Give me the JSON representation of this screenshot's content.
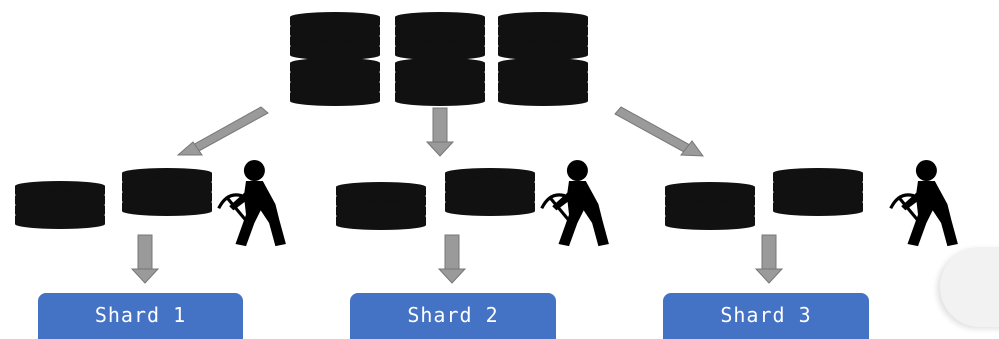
{
  "diagram": {
    "source_stack_icon": "database-icon",
    "worker_icon": "miner-icon",
    "arrow_icon": "arrow-icon",
    "colors": {
      "disk_fill": "#111111",
      "arrow_fill": "#9a9a9a",
      "shard_fill": "#4472c4",
      "shard_text": "#ffffff"
    },
    "shards": [
      {
        "label": "Shard 1"
      },
      {
        "label": "Shard 2"
      },
      {
        "label": "Shard 3"
      }
    ]
  }
}
